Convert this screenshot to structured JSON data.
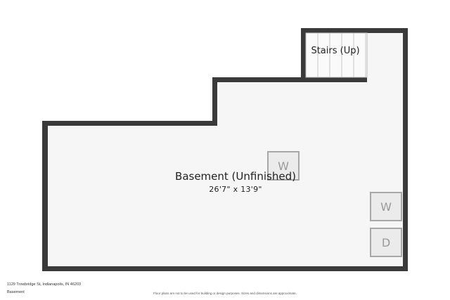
{
  "rooms": {
    "basement": {
      "name": "Basement (Unfinished)",
      "dimensions": "26'7\" x 13'9\""
    },
    "stairs": {
      "name": "Stairs (Up)"
    }
  },
  "appliances": {
    "washer_center": "W",
    "washer_right": "W",
    "dryer_right": "D"
  },
  "footer": {
    "address": "1129 Trowbridge St, Indianapolis, IN 46203",
    "level": "Basement",
    "disclaimer": "Floor plans are not to be used for building or design purposes. Sizes and dimensions are approximate."
  },
  "colors": {
    "wall": "#3a3a3a",
    "floor": "#f6f6f6",
    "appliance_fill": "#ebebeb",
    "appliance_border": "#a8a8a8"
  }
}
